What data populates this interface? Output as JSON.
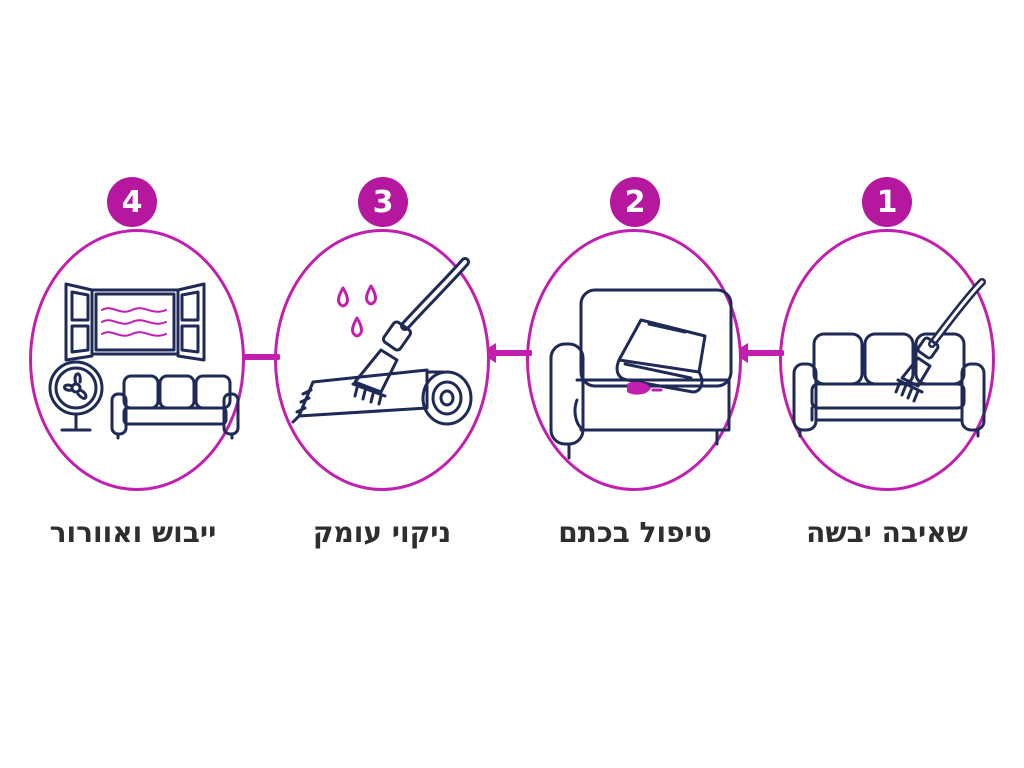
{
  "colors": {
    "accent": "#b5179e",
    "ring": "#c21fb0",
    "line": "#1f2a56",
    "text": "#2e2e2e"
  },
  "steps": [
    {
      "number": "1",
      "label": "שאיבה יבשה",
      "icon": "vacuum-sofa-icon"
    },
    {
      "number": "2",
      "label": "טיפול בכתם",
      "icon": "towel-stain-sofa-icon"
    },
    {
      "number": "3",
      "label": "ניקוי עומק",
      "icon": "deep-clean-rug-icon"
    },
    {
      "number": "4",
      "label": "ייבוש ואוורור",
      "icon": "window-fan-sofa-icon"
    }
  ],
  "arrow_icon": "arrow-left-icon"
}
